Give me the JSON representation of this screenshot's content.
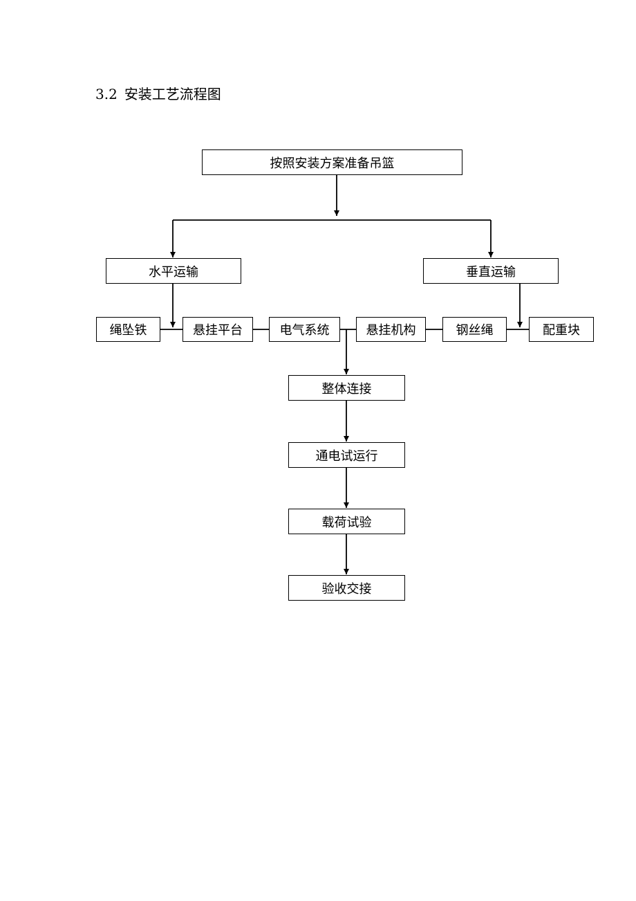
{
  "section": {
    "number": "3.2",
    "title": "安装工艺流程图"
  },
  "flowchart": {
    "start": "按照安装方案准备吊篮",
    "branches": {
      "left": "水平运输",
      "right": "垂直运输"
    },
    "components": [
      "绳坠铁",
      "悬挂平台",
      "电气系统",
      "悬挂机构",
      "钢丝绳",
      "配重块"
    ],
    "steps": [
      "整体连接",
      "通电试运行",
      "载荷试验",
      "验收交接"
    ]
  }
}
